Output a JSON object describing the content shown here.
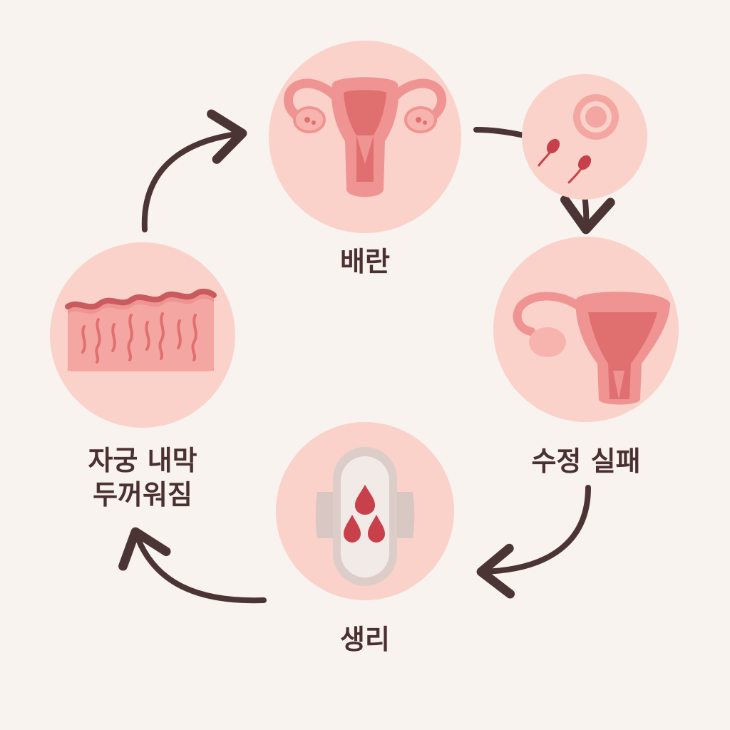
{
  "stages": {
    "ovulation": {
      "label": "배란"
    },
    "fertilization_failure": {
      "label": "수정 실패"
    },
    "menstruation": {
      "label": "생리"
    },
    "endometrium_thickening": {
      "label_line1": "자궁 내막",
      "label_line2": "두꺼워짐"
    }
  },
  "colors": {
    "background": "#f8f3ef",
    "circle_fill": "#fad2c9",
    "arrow": "#4b3434",
    "label_text": "#4a3030",
    "uterus_pink": "#ef9493",
    "uterus_dark": "#e0706f",
    "blood": "#c8404a"
  },
  "icons": {
    "ovulation": "uterus-ovaries-icon",
    "egg_sperm": "egg-and-sperm-icon",
    "fertilization_failure": "uterus-side-icon",
    "menstruation": "sanitary-pad-icon",
    "endometrium_thickening": "endometrium-tissue-icon"
  }
}
